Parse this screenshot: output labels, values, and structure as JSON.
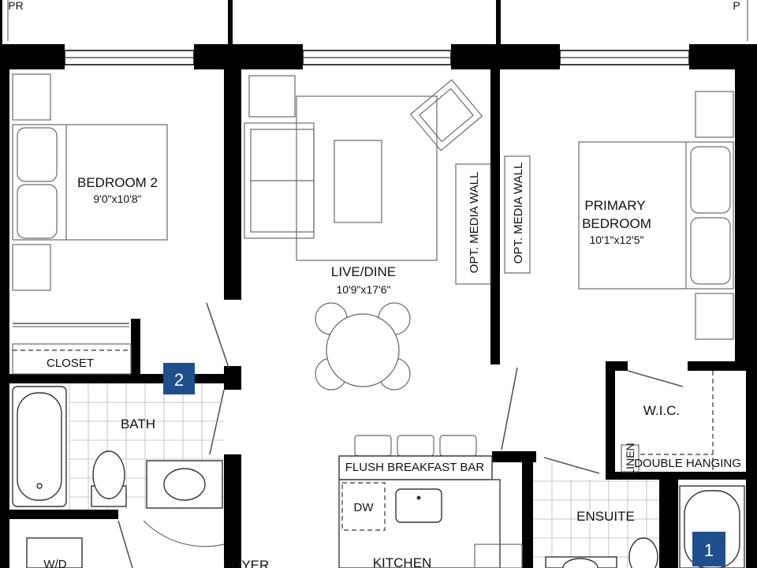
{
  "rooms": {
    "bedroom2": {
      "name": "BEDROOM 2",
      "dims": "9'0\"x10'8\""
    },
    "live_dine": {
      "name": "LIVE/DINE",
      "dims": "10'9\"x17'6\""
    },
    "primary": {
      "name_line1": "PRIMARY",
      "name_line2": "BEDROOM",
      "dims": "10'1\"x12'5\""
    },
    "closet": "CLOSET",
    "bath": "BATH",
    "wic": "W.I.C.",
    "linen": "LINEN",
    "double_hanging": "DOUBLE HANGING",
    "ensuite": "ENSUITE",
    "wd": "W/D",
    "foyer": "FOYER",
    "kitchen": "KITCHEN"
  },
  "labels": {
    "media_wall": "OPT. MEDIA WALL",
    "breakfast_bar": "FLUSH BREAKFAST BAR",
    "dw": "DW",
    "corner_left": "PR",
    "corner_right": "P"
  },
  "markers": {
    "bath_2": "2",
    "bath_1": "1"
  },
  "colors": {
    "marker_fill": "#1f4e8c",
    "wall": "#000000"
  }
}
